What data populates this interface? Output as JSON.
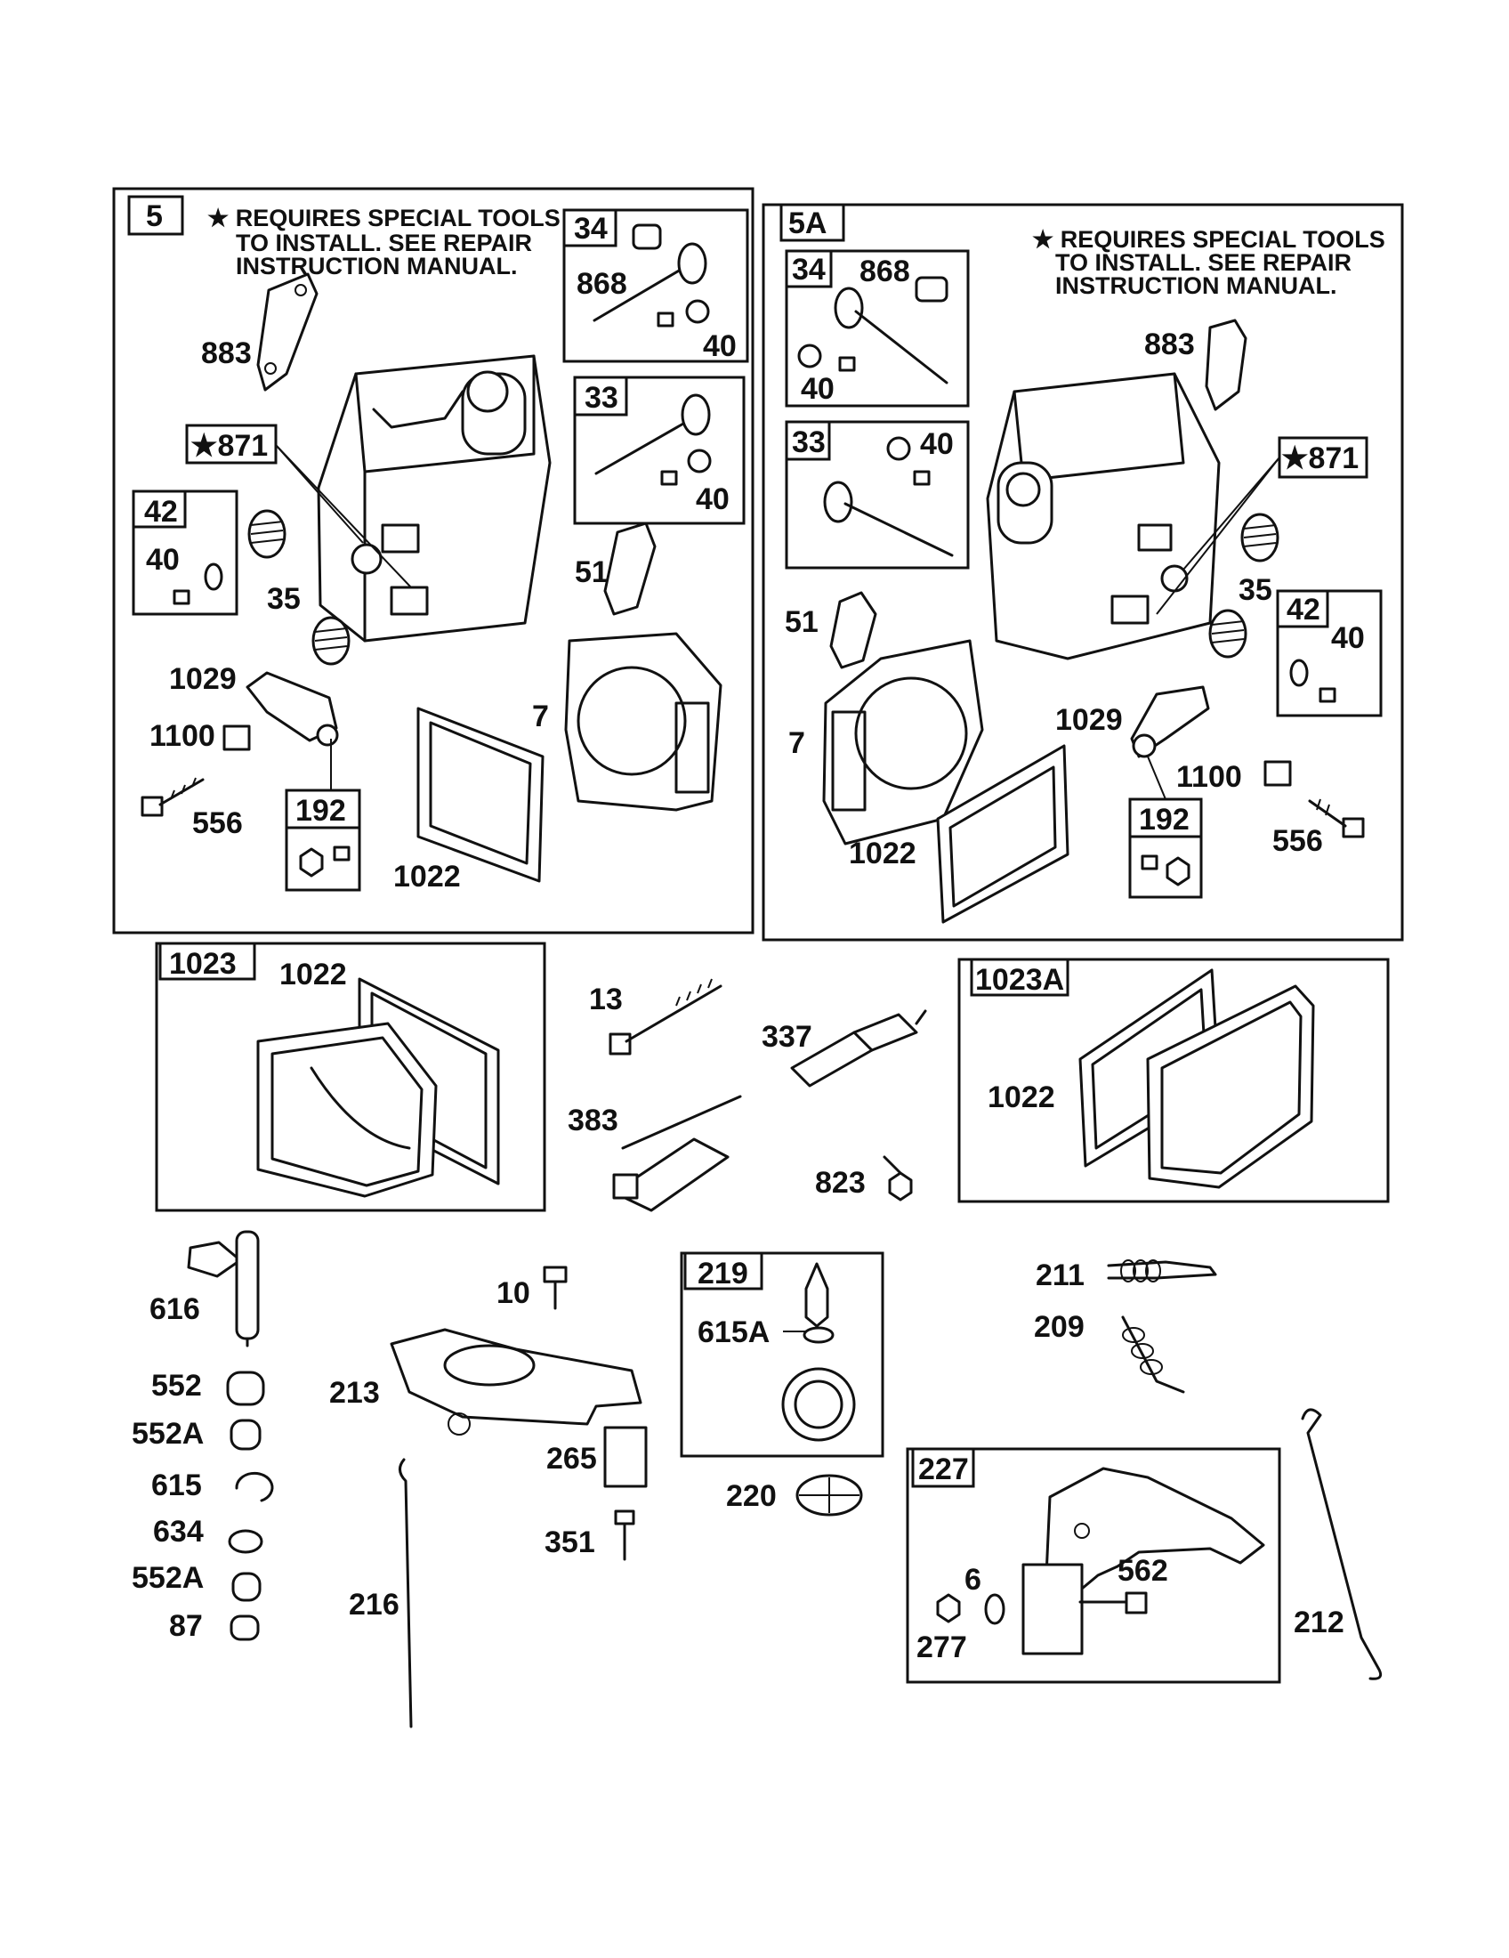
{
  "notes": {
    "panel5": [
      "★ REQUIRES SPECIAL TOOLS",
      "TO INSTALL.  SEE REPAIR",
      "INSTRUCTION MANUAL."
    ],
    "panel5a": [
      "★ REQUIRES SPECIAL TOOLS",
      "TO INSTALL.  SEE REPAIR",
      "INSTRUCTION MANUAL."
    ]
  },
  "panel5": {
    "box_label": "5",
    "box34": {
      "label": "34",
      "parts": [
        "868",
        "40"
      ]
    },
    "box33": {
      "label": "33",
      "part": "40"
    },
    "box42": {
      "label": "42",
      "part": "40"
    },
    "box871": "★871",
    "box192": "192",
    "callouts": [
      "883",
      "35",
      "51",
      "1029",
      "1100",
      "7",
      "556",
      "1022"
    ]
  },
  "panel5a": {
    "box_label": "5A",
    "box34": {
      "label": "34",
      "parts": [
        "868",
        "40"
      ]
    },
    "box33": {
      "label": "33",
      "part": "40"
    },
    "box42": {
      "label": "42",
      "part": "40"
    },
    "box871": "★871",
    "box192": "192",
    "callouts": [
      "883",
      "51",
      "35",
      "7",
      "1029",
      "1100",
      "1022",
      "556"
    ]
  },
  "box1023": {
    "label": "1023",
    "part": "1022"
  },
  "box1023a": {
    "label": "1023A",
    "part": "1022"
  },
  "box219": {
    "label": "219",
    "part": "615A"
  },
  "box227": {
    "label": "227",
    "parts": [
      "6",
      "562",
      "277"
    ]
  },
  "loose": [
    "13",
    "337",
    "383",
    "823",
    "616",
    "552",
    "552A",
    "615",
    "634",
    "552A",
    "87",
    "10",
    "213",
    "265",
    "351",
    "216",
    "220",
    "211",
    "209",
    "212"
  ]
}
